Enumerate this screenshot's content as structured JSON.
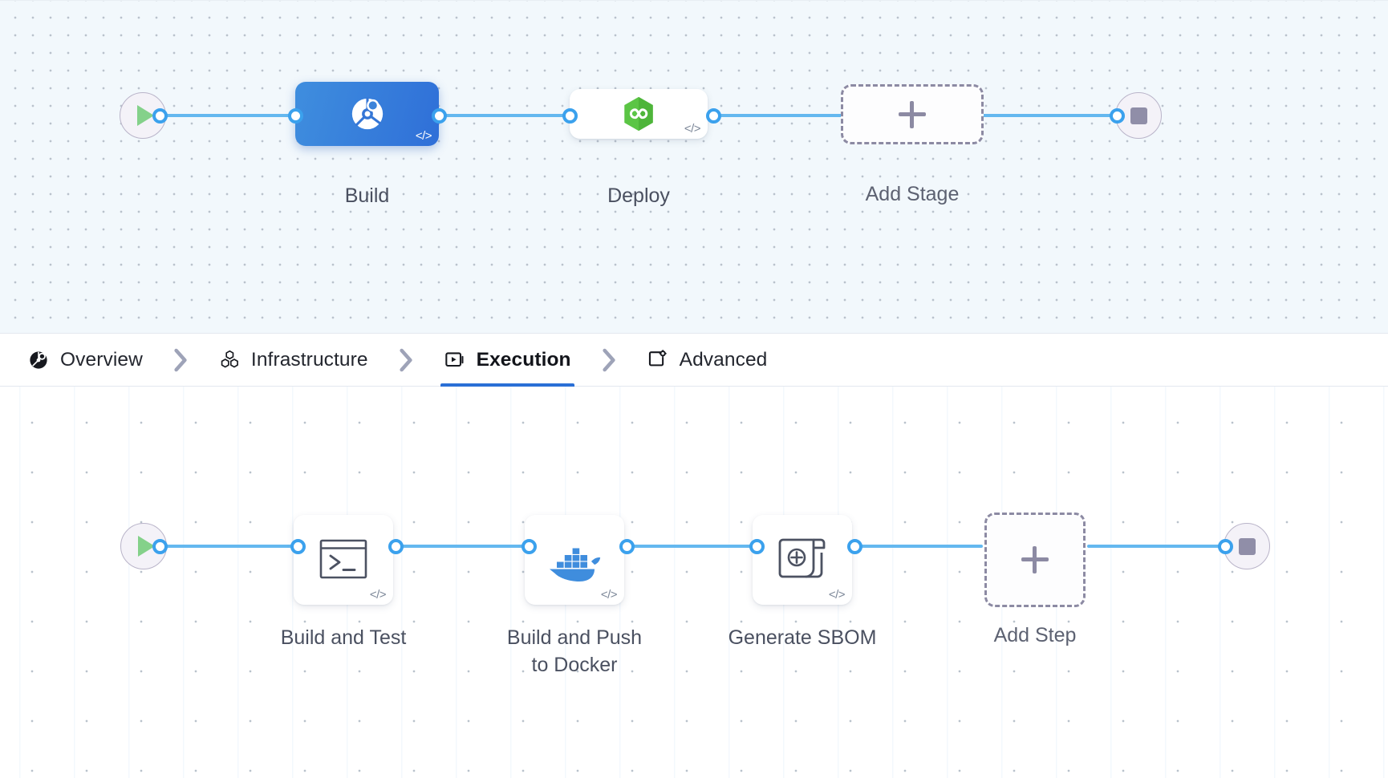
{
  "stage_graph": {
    "start_node": {
      "icon": "play-icon",
      "name": "pipeline-start"
    },
    "end_node": {
      "icon": "stop-icon",
      "name": "pipeline-end"
    },
    "nodes": [
      {
        "id": "build",
        "label": "Build",
        "icon": "harness-ci-icon",
        "selected": true,
        "code_badge": "</>"
      },
      {
        "id": "deploy",
        "label": "Deploy",
        "icon": "harness-cd-icon",
        "selected": false,
        "code_badge": "</>"
      }
    ],
    "add_node": {
      "label": "Add Stage",
      "icon": "plus-icon"
    }
  },
  "tabs": {
    "items": [
      {
        "id": "overview",
        "label": "Overview",
        "icon": "overview-icon",
        "active": false
      },
      {
        "id": "infrastructure",
        "label": "Infrastructure",
        "icon": "infrastructure-icon",
        "active": false
      },
      {
        "id": "execution",
        "label": "Execution",
        "icon": "execution-icon",
        "active": true
      },
      {
        "id": "advanced",
        "label": "Advanced",
        "icon": "advanced-icon",
        "active": false
      }
    ],
    "separator_icon": "chevron-right-icon"
  },
  "step_graph": {
    "start_node": {
      "icon": "play-icon",
      "name": "execution-start"
    },
    "end_node": {
      "icon": "stop-icon",
      "name": "execution-end"
    },
    "nodes": [
      {
        "id": "build-and-test",
        "label": "Build and Test",
        "icon": "terminal-icon",
        "code_badge": "</>"
      },
      {
        "id": "build-push-docker",
        "label": "Build and Push\nto Docker",
        "icon": "docker-icon",
        "code_badge": "</>"
      },
      {
        "id": "generate-sbom",
        "label": "Generate SBOM",
        "icon": "sbom-scroll-icon",
        "code_badge": "</>"
      }
    ],
    "add_node": {
      "label": "Add Step",
      "icon": "plus-icon"
    }
  },
  "colors": {
    "edge": "#64b8ef",
    "port_stroke": "#3ba1ed",
    "selected_node": "#2f6fd8",
    "active_tab_underline": "#2a6fd6",
    "docker_blue": "#3f8ddd",
    "harness_green": "#5bc545",
    "play_green": "#84d18a",
    "stop_gray": "#908ea8",
    "stage_canvas_bg": "#f2f8fc",
    "step_canvas_bg": "#ffffff"
  }
}
